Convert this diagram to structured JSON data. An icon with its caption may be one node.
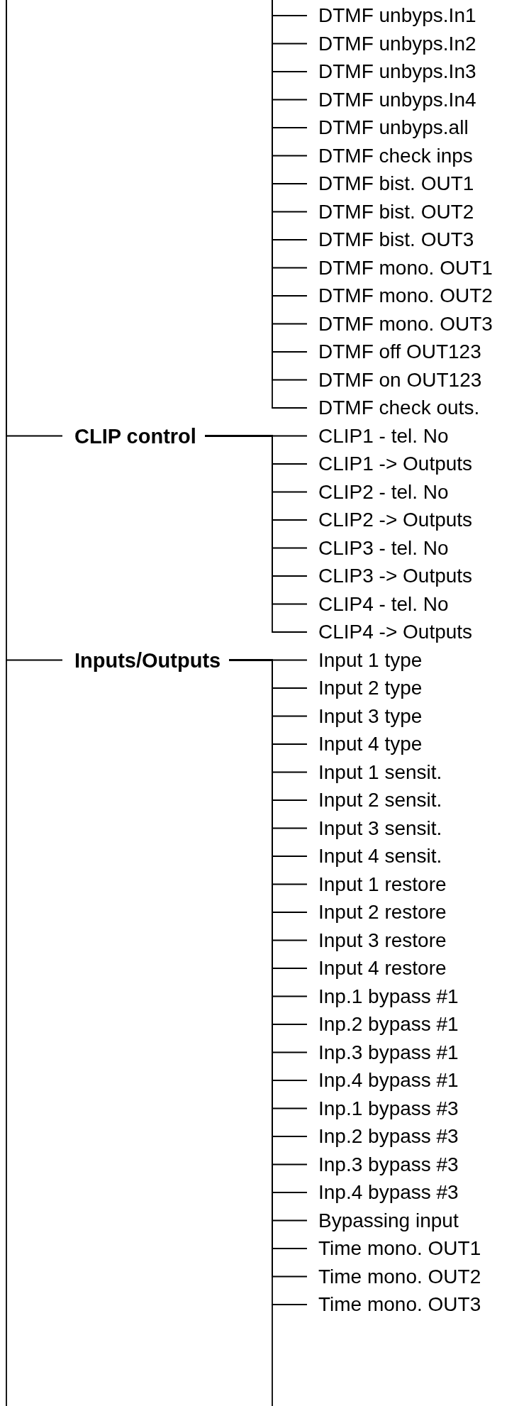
{
  "diagram": {
    "nodes": [
      {
        "text": [
          "DTMF unbyps.In1"
        ]
      },
      {
        "text": [
          "DTMF unbyps.In2"
        ]
      },
      {
        "text": [
          "DTMF unbyps.In3"
        ]
      },
      {
        "text": [
          "DTMF unbyps.In4"
        ]
      },
      {
        "text": [
          "DTMF unbyps.all"
        ]
      },
      {
        "text": [
          "DTMF check inps"
        ]
      },
      {
        "text": [
          "DTMF bist. OUT1"
        ]
      },
      {
        "text": [
          "DTMF bist. OUT2"
        ]
      },
      {
        "text": [
          "DTMF bist. OUT3"
        ]
      },
      {
        "text": [
          "DTMF mono. OUT1"
        ]
      },
      {
        "text": [
          "DTMF mono. OUT2"
        ]
      },
      {
        "text": [
          "DTMF mono. OUT3"
        ]
      },
      {
        "text": [
          "DTMF off OUT123"
        ]
      },
      {
        "text": [
          "DTMF on OUT123"
        ]
      },
      {
        "text": [
          "DTMF check outs."
        ]
      },
      {
        "text": [
          "CLIP control"
        ]
      },
      {
        "text": [
          "CLIP1 - tel. No"
        ]
      },
      {
        "text": [
          "CLIP1 -> Outputs"
        ]
      },
      {
        "text": [
          "CLIP2 - tel. No"
        ]
      },
      {
        "text": [
          "CLIP2 -> Outputs"
        ]
      },
      {
        "text": [
          "CLIP3 - tel. No"
        ]
      },
      {
        "text": [
          "CLIP3 -> Outputs"
        ]
      },
      {
        "text": [
          "CLIP4 - tel. No"
        ]
      },
      {
        "text": [
          "CLIP4 -> Outputs"
        ]
      },
      {
        "text": [
          "Inputs/Outputs"
        ]
      },
      {
        "text": [
          "Input 1 type"
        ]
      },
      {
        "text": [
          "Input 2 type"
        ]
      },
      {
        "text": [
          "Input 3 type"
        ]
      },
      {
        "text": [
          "Input 4 type"
        ]
      },
      {
        "text": [
          "Input 1 sensit."
        ]
      },
      {
        "text": [
          "Input 2 sensit."
        ]
      },
      {
        "text": [
          "Input 3 sensit."
        ]
      },
      {
        "text": [
          "Input 4 sensit."
        ]
      },
      {
        "text": [
          "Input 1 restore"
        ]
      },
      {
        "text": [
          "Input 2 restore"
        ]
      },
      {
        "text": [
          "Input 3 restore"
        ]
      },
      {
        "text": [
          "Input 4 restore"
        ]
      },
      {
        "text": [
          "Inp.1 bypass #1"
        ]
      },
      {
        "text": [
          "Inp.2 bypass #1"
        ]
      },
      {
        "text": [
          "Inp.3 bypass #1"
        ]
      },
      {
        "text": [
          "Inp.4 bypass #1"
        ]
      },
      {
        "text": [
          "Inp.1 bypass #3"
        ]
      },
      {
        "text": [
          "Inp.2 bypass #3"
        ]
      },
      {
        "text": [
          "Inp.3 bypass #3"
        ]
      },
      {
        "text": [
          "Inp.4 bypass #3"
        ]
      },
      {
        "text": [
          "Bypassing input"
        ]
      },
      {
        "text": [
          "Time mono. OUT1"
        ]
      },
      {
        "text": [
          "Time mono. OUT2"
        ]
      },
      {
        "text": [
          "Time mono. OUT3"
        ]
      }
    ],
    "edges": [
      {
        "from": null,
        "to": 0,
        "arrow": "none"
      },
      {
        "from": null,
        "to": 1,
        "arrow": "none"
      },
      {
        "from": null,
        "to": 2,
        "arrow": "none"
      },
      {
        "from": null,
        "to": 3,
        "arrow": "none"
      },
      {
        "from": null,
        "to": 4,
        "arrow": "none"
      },
      {
        "from": null,
        "to": 5,
        "arrow": "none"
      },
      {
        "from": null,
        "to": 6,
        "arrow": "none"
      },
      {
        "from": null,
        "to": 7,
        "arrow": "none"
      },
      {
        "from": null,
        "to": 8,
        "arrow": "none"
      },
      {
        "from": null,
        "to": 9,
        "arrow": "none"
      },
      {
        "from": null,
        "to": 10,
        "arrow": "none"
      },
      {
        "from": null,
        "to": 11,
        "arrow": "none"
      },
      {
        "from": null,
        "to": 12,
        "arrow": "none"
      },
      {
        "from": null,
        "to": 13,
        "arrow": "none"
      },
      {
        "from": null,
        "to": 14,
        "arrow": "none"
      },
      {
        "from": null,
        "to": 15,
        "arrow": "none"
      },
      {
        "from": 15,
        "to": 16,
        "arrow": "none"
      },
      {
        "from": 15,
        "to": 17,
        "arrow": "none"
      },
      {
        "from": 15,
        "to": 18,
        "arrow": "none"
      },
      {
        "from": 15,
        "to": 19,
        "arrow": "none"
      },
      {
        "from": 15,
        "to": 20,
        "arrow": "none"
      },
      {
        "from": 15,
        "to": 21,
        "arrow": "none"
      },
      {
        "from": 15,
        "to": 22,
        "arrow": "none"
      },
      {
        "from": 15,
        "to": 23,
        "arrow": "none"
      },
      {
        "from": null,
        "to": 24,
        "arrow": "none"
      },
      {
        "from": 24,
        "to": 25,
        "arrow": "none"
      },
      {
        "from": 24,
        "to": 26,
        "arrow": "none"
      },
      {
        "from": 24,
        "to": 27,
        "arrow": "none"
      },
      {
        "from": 24,
        "to": 28,
        "arrow": "none"
      },
      {
        "from": 24,
        "to": 29,
        "arrow": "none"
      },
      {
        "from": 24,
        "to": 30,
        "arrow": "none"
      },
      {
        "from": 24,
        "to": 31,
        "arrow": "none"
      },
      {
        "from": 24,
        "to": 32,
        "arrow": "none"
      },
      {
        "from": 24,
        "to": 33,
        "arrow": "none"
      },
      {
        "from": 24,
        "to": 34,
        "arrow": "none"
      },
      {
        "from": 24,
        "to": 35,
        "arrow": "none"
      },
      {
        "from": 24,
        "to": 36,
        "arrow": "none"
      },
      {
        "from": 24,
        "to": 37,
        "arrow": "none"
      },
      {
        "from": 24,
        "to": 38,
        "arrow": "none"
      },
      {
        "from": 24,
        "to": 39,
        "arrow": "none"
      },
      {
        "from": 24,
        "to": 40,
        "arrow": "none"
      },
      {
        "from": 24,
        "to": 41,
        "arrow": "none"
      },
      {
        "from": 24,
        "to": 42,
        "arrow": "none"
      },
      {
        "from": 24,
        "to": 43,
        "arrow": "none"
      },
      {
        "from": 24,
        "to": 44,
        "arrow": "none"
      },
      {
        "from": 24,
        "to": 45,
        "arrow": "none"
      },
      {
        "from": 24,
        "to": 46,
        "arrow": "none"
      },
      {
        "from": 24,
        "to": 47,
        "arrow": "none"
      },
      {
        "from": 24,
        "to": 48,
        "arrow": "none"
      }
    ]
  }
}
